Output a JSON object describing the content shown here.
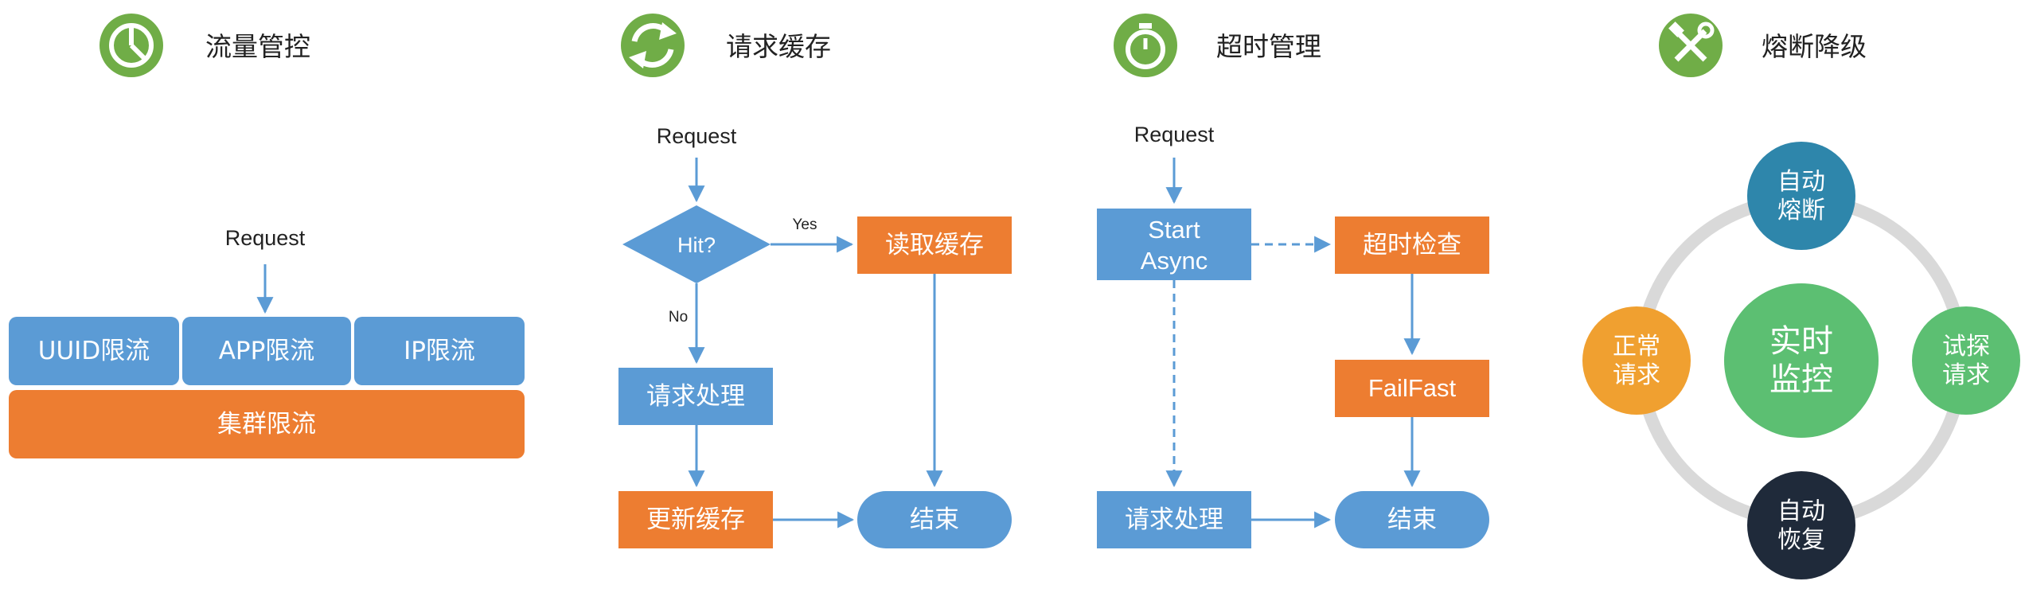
{
  "colors": {
    "green": "#70ad47",
    "blue": "#5b9bd5",
    "orange": "#ed7d31",
    "teal": "#2e86ab",
    "light_green": "#5cbf72",
    "amber": "#f0a030",
    "dark_navy": "#1f2a3a",
    "ring_gray": "#d9d9d9"
  },
  "sections": {
    "flow_control": {
      "title": "流量管控",
      "icon": "pie-chart-icon"
    },
    "request_cache": {
      "title": "请求缓存",
      "icon": "refresh-icon"
    },
    "timeout_mgmt": {
      "title": "超时管理",
      "icon": "stopwatch-icon"
    },
    "circuit_breaker": {
      "title": "熔断降级",
      "icon": "tools-icon"
    }
  },
  "flow_control": {
    "request": "Request",
    "uuid_limit": "UUID限流",
    "app_limit": "APP限流",
    "ip_limit": "IP限流",
    "cluster_limit": "集群限流"
  },
  "request_cache": {
    "request": "Request",
    "hit": "Hit?",
    "yes": "Yes",
    "no": "No",
    "read_cache": "读取缓存",
    "process": "请求处理",
    "update_cache": "更新缓存",
    "end": "结束"
  },
  "timeout_mgmt": {
    "request": "Request",
    "start_line1": "Start",
    "start_line2": "Async",
    "timeout_check": "超时检查",
    "fail_fast": "FailFast",
    "process": "请求处理",
    "end": "结束"
  },
  "circuit_breaker": {
    "center_line1": "实时",
    "center_line2": "监控",
    "auto_break_line1": "自动",
    "auto_break_line2": "熔断",
    "probe_line1": "试探",
    "probe_line2": "请求",
    "auto_recover_line1": "自动",
    "auto_recover_line2": "恢复",
    "normal_line1": "正常",
    "normal_line2": "请求"
  }
}
